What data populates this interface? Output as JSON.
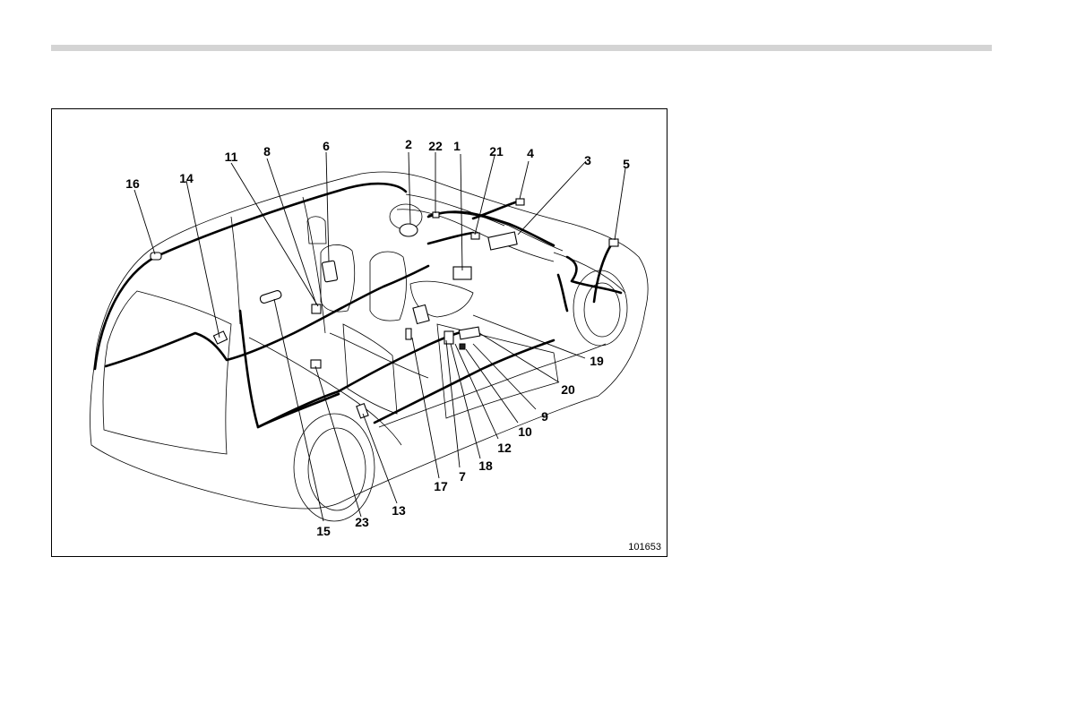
{
  "figure": {
    "code": "101653",
    "callouts": [
      {
        "id": "c1",
        "label": "1"
      },
      {
        "id": "c2",
        "label": "2"
      },
      {
        "id": "c3",
        "label": "3"
      },
      {
        "id": "c4",
        "label": "4"
      },
      {
        "id": "c5",
        "label": "5"
      },
      {
        "id": "c6",
        "label": "6"
      },
      {
        "id": "c7",
        "label": "7"
      },
      {
        "id": "c8",
        "label": "8"
      },
      {
        "id": "c9",
        "label": "9"
      },
      {
        "id": "c10",
        "label": "10"
      },
      {
        "id": "c11",
        "label": "11"
      },
      {
        "id": "c12",
        "label": "12"
      },
      {
        "id": "c13",
        "label": "13"
      },
      {
        "id": "c14",
        "label": "14"
      },
      {
        "id": "c15",
        "label": "15"
      },
      {
        "id": "c16",
        "label": "16"
      },
      {
        "id": "c17",
        "label": "17"
      },
      {
        "id": "c18",
        "label": "18"
      },
      {
        "id": "c19",
        "label": "19"
      },
      {
        "id": "c20",
        "label": "20"
      },
      {
        "id": "c21",
        "label": "21"
      },
      {
        "id": "c22",
        "label": "22"
      },
      {
        "id": "c23",
        "label": "23"
      }
    ]
  }
}
